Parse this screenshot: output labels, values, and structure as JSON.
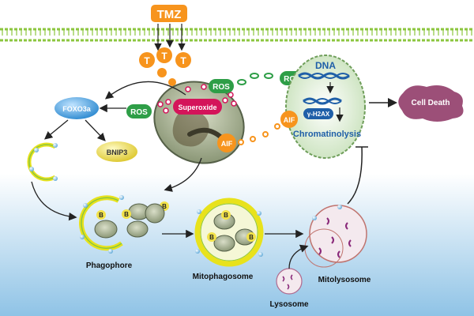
{
  "labels": {
    "tmz": "TMZ",
    "t": "T",
    "ros": "ROS",
    "superoxide": "Superoxide",
    "aif": "AIF",
    "foxo3a": "FOXO3a",
    "bnip3": "BNIP3",
    "dna": "DNA",
    "gamma_h2ax": "γ-H2AX",
    "chromatinolysis": "Chromatinolysis",
    "cell_death": "Cell Death",
    "b": "B",
    "phagophore": "Phagophore",
    "mitophagosome": "Mitophagosome",
    "mitolysosome": "Mitolysosome",
    "lysosome": "Lysosome"
  },
  "colors": {
    "tmz_orange": "#f7941d",
    "ros_green": "#2e9e47",
    "membrane_green": "#8cc63f",
    "superoxide_magenta": "#d4145a",
    "mito_olive": "#9aa67d",
    "foxo_blue": "#3a9ad9",
    "bnip3_yellow": "#f2e24a",
    "nucleus_fill": "#d8ead0",
    "dna_blue": "#1f5fa8",
    "cell_death_purple": "#9c4f78",
    "phagophore_yellow": "#e8e21c",
    "lysosome_purple": "#8a2a7a",
    "vesicle_blue": "#9ccbe8",
    "background_bottom": "#8fc3e6"
  }
}
